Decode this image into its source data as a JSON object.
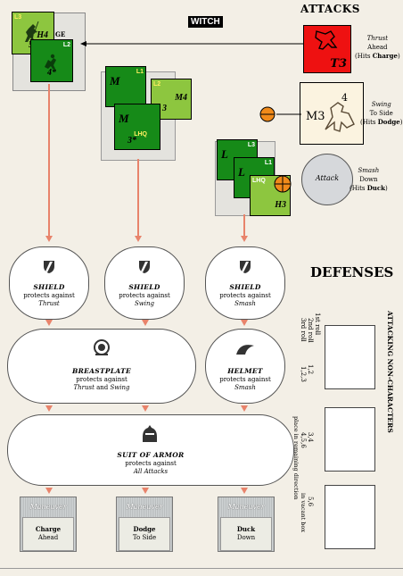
{
  "header": {
    "witch_label": "WITCH",
    "attacks_title": "ATTACKS",
    "defenses_title": "DEFENSES"
  },
  "attacks": [
    {
      "line1": "Thrust",
      "line2": "Ahead",
      "line3_pre": "(Hits ",
      "line3_bold": "Charge",
      "line3_post": ")",
      "counter_label": "T3"
    },
    {
      "line1": "Swing",
      "line2": "To Side",
      "line3_pre": "(Hits ",
      "line3_bold": "Dodge",
      "line3_post": ")",
      "counter_label": "M3",
      "counter_num": "4"
    },
    {
      "line1": "Smash",
      "line2": "Down",
      "line3_pre": "(Hits ",
      "line3_bold": "Duck",
      "line3_post": ")",
      "circle_label": "Attack"
    }
  ],
  "counters": {
    "stackA": [
      {
        "level": "L3",
        "code": "H4",
        "stat": "5",
        "partial": "GE"
      },
      {
        "level": "L2",
        "stat": "4*"
      }
    ],
    "stackB": [
      {
        "letter": "M",
        "level": "L1"
      },
      {
        "letter": "M",
        "level": "L2",
        "code": "M4",
        "stat": "3"
      },
      {
        "letter": "M",
        "level": "LHQ",
        "stat": "3*"
      }
    ],
    "stackC": [
      {
        "letter": "L",
        "level": "L3"
      },
      {
        "letter": "L",
        "level": "L1"
      },
      {
        "level": "LHQ",
        "code": "H3",
        "stat": "3"
      }
    ]
  },
  "defenses": {
    "shields": [
      {
        "title": "SHIELD",
        "line1": "protects against",
        "line2": "Thrust"
      },
      {
        "title": "SHIELD",
        "line1": "protects against",
        "line2": "Swing"
      },
      {
        "title": "SHIELD",
        "line1": "protects against",
        "line2": "Smash"
      }
    ],
    "breastplate": {
      "title": "BREASTPLATE",
      "line1": "protects against",
      "line2a": "Thrust",
      "line2b": " and ",
      "line2c": "Swing"
    },
    "helmet": {
      "title": "HELMET",
      "line1": "protects against",
      "line2": "Smash"
    },
    "armor": {
      "title": "SUIT OF ARMOR",
      "line1": "protects against",
      "line2": "All Attacks"
    }
  },
  "maneuvers": [
    {
      "title": "Maneuver",
      "line1": "Charge",
      "line2": "Ahead"
    },
    {
      "title": "Maneuver",
      "line1": "Dodge",
      "line2": "To Side"
    },
    {
      "title": "Maneuver",
      "line1": "Duck",
      "line2": "Down"
    }
  ],
  "side": {
    "heading": "ATTACKING NON-CHARACTERS",
    "roll_labels": [
      "1st roll",
      "2nd roll",
      "3rd roll"
    ],
    "col_1": "1,2",
    "col_1b": "1,2,3",
    "col_2": "3,4",
    "col_2b": "4,5,6",
    "place_text": "place in remaining direction",
    "col_3": "5,6",
    "vacant": "in vacant box"
  }
}
